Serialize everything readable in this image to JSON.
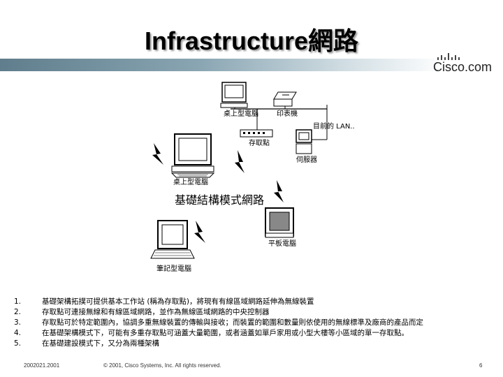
{
  "title": "Infrastructure網路",
  "brand": "Cisco.com",
  "diagram": {
    "center_label": "基礎結構模式網路",
    "labels": {
      "pc_top": "桌上型電腦",
      "printer": "印表機",
      "lan": "目前的 LAN..",
      "ap": "存取點",
      "server": "伺服器",
      "desktop": "桌上型電腦",
      "tablet": "平板電腦",
      "laptop": "筆記型電腦"
    }
  },
  "notes": [
    {
      "num": "1.",
      "text": "基礎架構拓撲可提供基本工作站 (稱為存取點)，將現有有線區域網路延伸為無線裝置"
    },
    {
      "num": "2.",
      "text": "存取點可連接無線和有線區域網路，並作為無線區域網路的中央控制器"
    },
    {
      "num": "3.",
      "text": "存取點可於特定範圍內，協調多重無線裝置的傳輸與接收；而裝置的範圍和數量則依使用的無線標準及廠商的產品而定"
    },
    {
      "num": "4.",
      "text": "在基礎架構模式下，可能有多重存取點可涵蓋大量範圍，或者涵蓋如單戶家用或小型大樓等小區域的單一存取點。"
    },
    {
      "num": "5.",
      "text": "在基礎建設模式下，又分為兩種架構"
    }
  ],
  "footer": {
    "left": "2002021.2001",
    "center": "© 2001, Cisco Systems, Inc. All rights reserved.",
    "page": "6"
  }
}
